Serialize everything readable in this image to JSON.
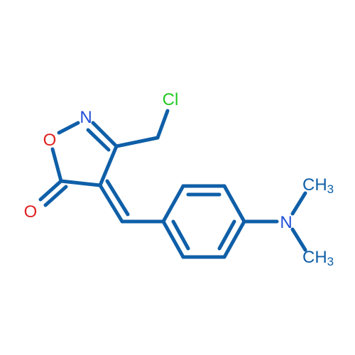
{
  "molecule": {
    "atoms": {
      "cl": {
        "text": "Cl",
        "color": "#22c822"
      },
      "n_ring": {
        "text": "N",
        "color": "#1f4fd8"
      },
      "o_ring": {
        "text": "O",
        "color": "#e02020"
      },
      "o_carbonyl": {
        "text": "O",
        "color": "#e02020"
      },
      "n_amine": {
        "text": "N",
        "color": "#1f4fd8"
      },
      "ch3_top": {
        "text": "CH",
        "sub": "3",
        "color": "#0f5fa8"
      },
      "ch3_bottom": {
        "text": "CH",
        "sub": "3",
        "color": "#0f5fa8"
      }
    },
    "bond_color": "#0f5fa8"
  }
}
